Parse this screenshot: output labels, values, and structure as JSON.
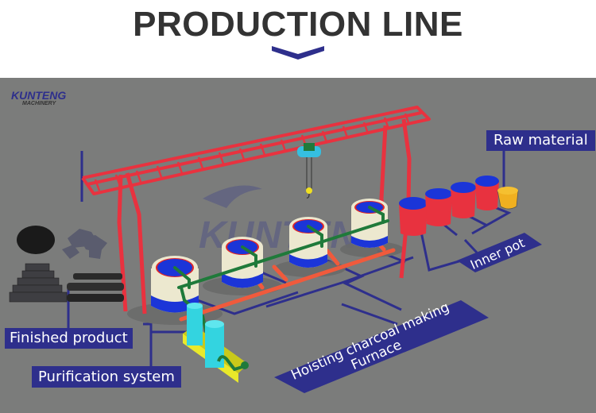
{
  "header": {
    "title": "PRODUCTION LINE",
    "chevron_icon": "chevron-down-icon"
  },
  "brand": {
    "logo_name": "KUNTENG",
    "logo_sub": "MACHINERY",
    "watermark": "KUNTENG MACHINERY"
  },
  "labels": {
    "raw_material": "Raw material",
    "inner_pot": "Inner pot",
    "hoisting_line1": "Hoisting charcoal making",
    "hoisting_line2": "Furnace",
    "finished_product": "Finished product",
    "purification_system": "Purification system"
  },
  "components": {
    "furnace_count": 4,
    "inner_pot_count": 4,
    "crane": "gantry-crane",
    "raw_material": "sawdust-pile",
    "products": [
      "charcoal-powder",
      "lump-charcoal",
      "charcoal-briquettes",
      "stick-charcoal"
    ]
  },
  "colors": {
    "label_bg": "#2e2f8c",
    "scene_bg": "#7b7c7b",
    "crane": "#e8323f",
    "furnace_body": "#ece8cf",
    "furnace_lid": "#1b35d8",
    "pot_body": "#e8323f",
    "gas_pipe": "#1f7a3a",
    "fire_pipe": "#f05a3c",
    "purifier": "#33d4e0",
    "purifier_base": "#e9e92a",
    "title": "#333333"
  }
}
